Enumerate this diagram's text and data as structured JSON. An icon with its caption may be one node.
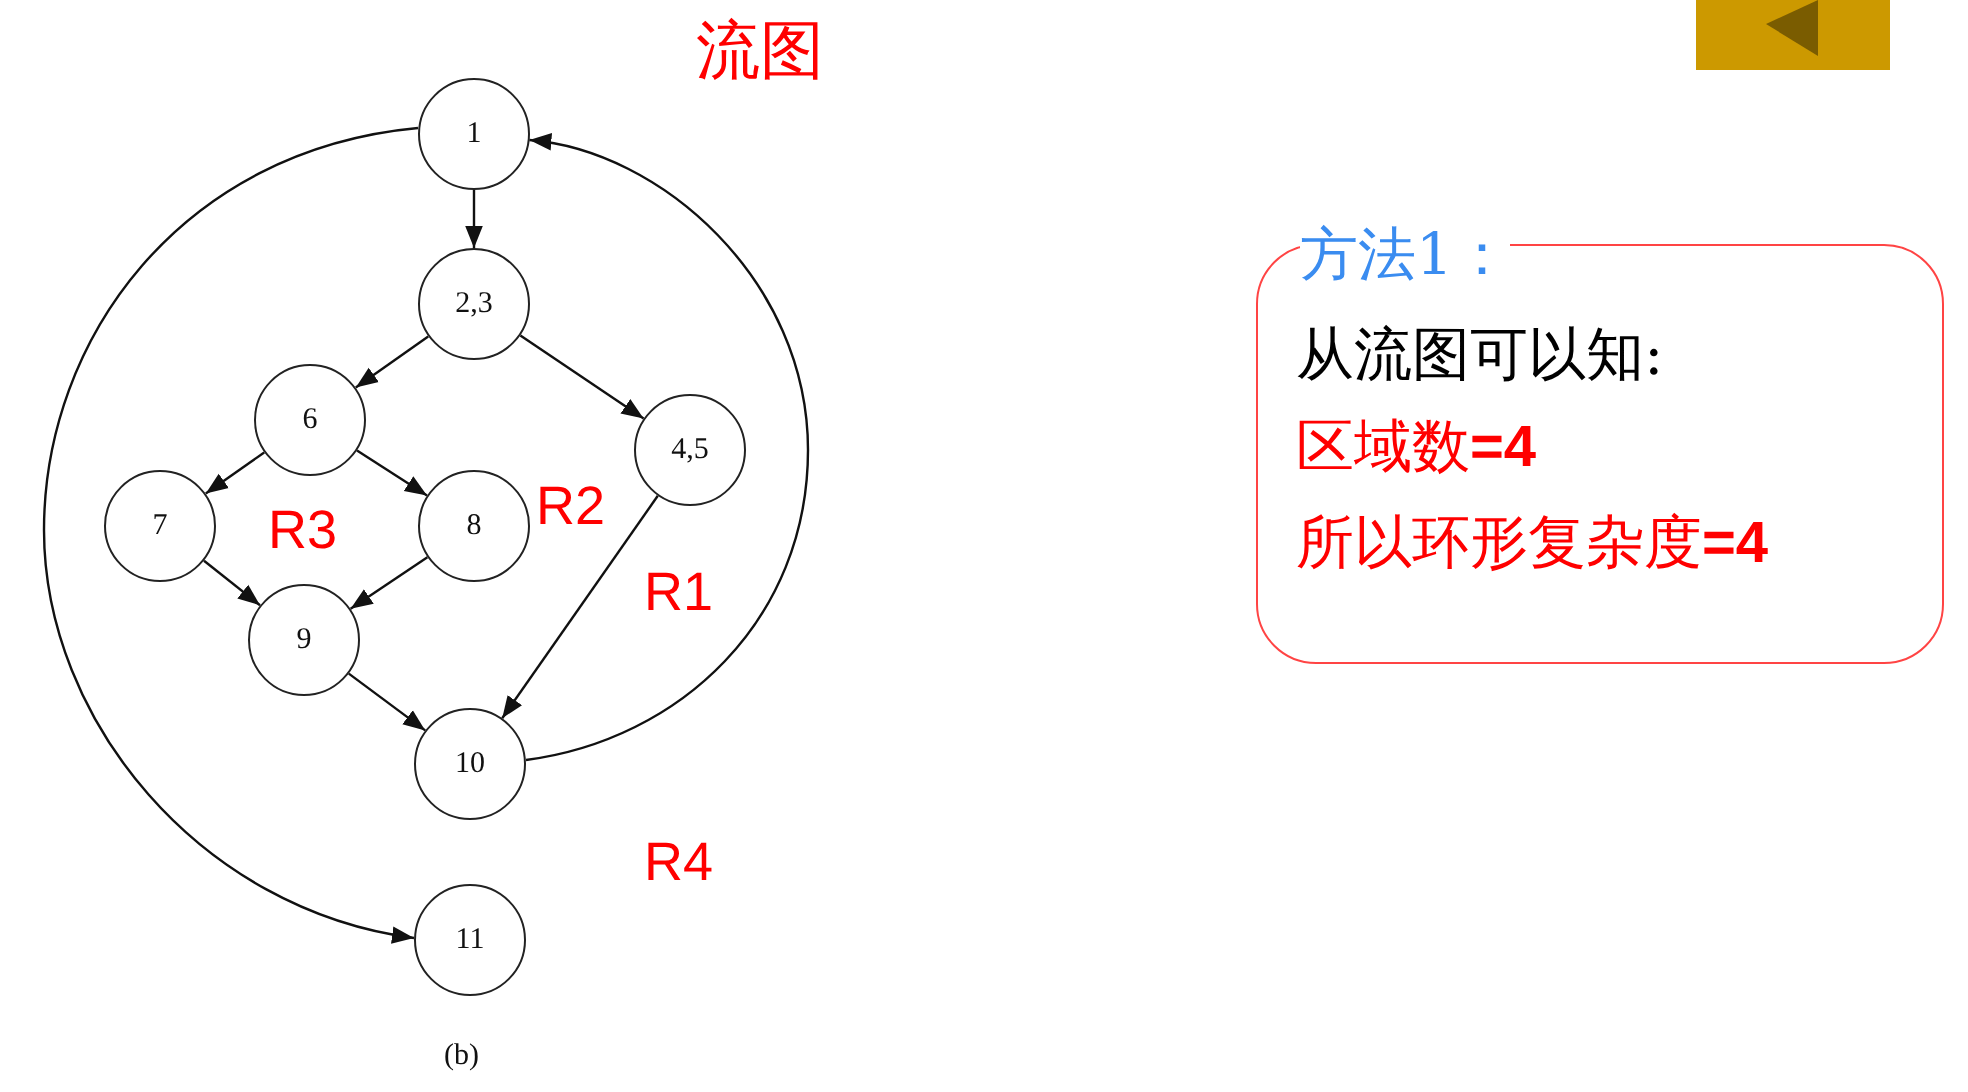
{
  "diagram": {
    "title": "流图",
    "caption": "(b)",
    "nodes": [
      {
        "text": [
          "1"
        ]
      },
      {
        "text": [
          "2,3"
        ]
      },
      {
        "text": [
          "6"
        ]
      },
      {
        "text": [
          "4,5"
        ]
      },
      {
        "text": [
          "7"
        ]
      },
      {
        "text": [
          "8"
        ]
      },
      {
        "text": [
          "9"
        ]
      },
      {
        "text": [
          "10"
        ]
      },
      {
        "text": [
          "11"
        ]
      },
      {
        "text": [
          "方法1：",
          "从流图可以知:",
          "区域数**=4**",
          "所以环形复杂度**=4**"
        ]
      }
    ],
    "edges": [
      {
        "from": 0,
        "to": 1,
        "arrow": "to"
      },
      {
        "from": 1,
        "to": 2,
        "arrow": "to"
      },
      {
        "from": 1,
        "to": 3,
        "arrow": "to"
      },
      {
        "from": 2,
        "to": 4,
        "arrow": "to"
      },
      {
        "from": 2,
        "to": 5,
        "arrow": "to"
      },
      {
        "from": 4,
        "to": 6,
        "arrow": "to"
      },
      {
        "from": 5,
        "to": 6,
        "arrow": "to"
      },
      {
        "from": 6,
        "to": 7,
        "arrow": "to"
      },
      {
        "from": 3,
        "to": 7,
        "arrow": "to"
      },
      {
        "from": 7,
        "to": 0,
        "arrow": "to"
      },
      {
        "from": 0,
        "to": 8,
        "arrow": "to"
      }
    ],
    "labels": [
      "R3",
      "R2",
      "R1",
      "R4"
    ]
  }
}
